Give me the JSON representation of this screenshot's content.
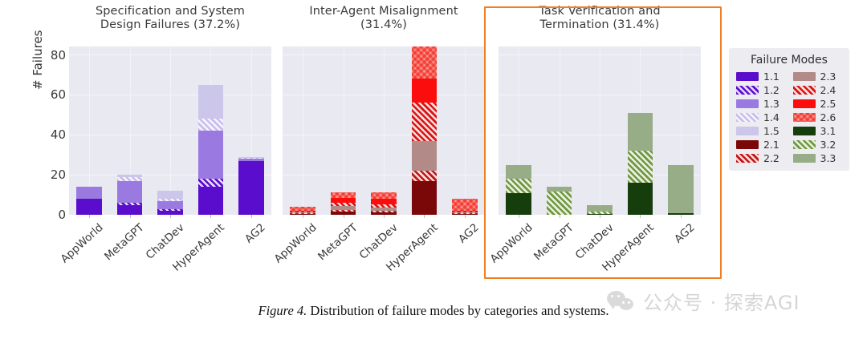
{
  "figure": {
    "caption_label": "Figure 4.",
    "caption_text": " Distribution of failure modes by categories and systems.",
    "watermark_text": "公众号 · 探索AGI",
    "watermark_icon": "wechat-icon",
    "highlight_color": "#ef7f22"
  },
  "axis": {
    "ylabel": "# Failures",
    "yticks": [
      "0",
      "20",
      "40",
      "60",
      "80"
    ],
    "ylim": [
      0,
      84
    ],
    "systems": [
      "AppWorld",
      "MetaGPT",
      "ChatDev",
      "HyperAgent",
      "AG2"
    ]
  },
  "legend": {
    "title": "Failure Modes",
    "col1": [
      {
        "label": "1.1",
        "color": "#5b0dcd",
        "hatch": "none"
      },
      {
        "label": "1.2",
        "color": "#5b0dcd",
        "hatch": "diag"
      },
      {
        "label": "1.3",
        "color": "#9a7ae0",
        "hatch": "none"
      },
      {
        "label": "1.4",
        "color": "#c8bdee",
        "hatch": "diag"
      },
      {
        "label": "1.5",
        "color": "#ccc6ea",
        "hatch": "none"
      },
      {
        "label": "2.1",
        "color": "#7b0808",
        "hatch": "none"
      },
      {
        "label": "2.2",
        "color": "#c31414",
        "hatch": "diag"
      }
    ],
    "col2": [
      {
        "label": "2.3",
        "color": "#b28a87",
        "hatch": "none"
      },
      {
        "label": "2.4",
        "color": "#d81414",
        "hatch": "diag"
      },
      {
        "label": "2.5",
        "color": "#fc0d0d",
        "hatch": "none"
      },
      {
        "label": "2.6",
        "color": "#fb9d96",
        "hatch": "cross"
      },
      {
        "label": "3.1",
        "color": "#163d0c",
        "hatch": "none"
      },
      {
        "label": "3.2",
        "color": "#6f983f",
        "hatch": "diag"
      },
      {
        "label": "3.3",
        "color": "#96ad88",
        "hatch": "none"
      }
    ]
  },
  "chart_data": {
    "type": "bar",
    "stacked": true,
    "title": "Distribution of failure modes by categories and systems",
    "xlabel": "",
    "ylabel": "# Failures",
    "ylim": [
      0,
      84
    ],
    "grid": true,
    "legend_position": "right",
    "categories": [
      "AppWorld",
      "MetaGPT",
      "ChatDev",
      "HyperAgent",
      "AG2"
    ],
    "panels": [
      {
        "title": "Specification and System\nDesign Failures (37.2%)",
        "title_line1": "Specification and System",
        "title_line2": "Design Failures (37.2%)",
        "percent": "37.2%",
        "series": [
          {
            "name": "1.1",
            "color": "#5b0dcd",
            "hatch": "none",
            "values": [
              8,
              5,
              2,
              14,
              27
            ]
          },
          {
            "name": "1.2",
            "color": "#5b0dcd",
            "hatch": "diag",
            "values": [
              0,
              1,
              1,
              4,
              0
            ]
          },
          {
            "name": "1.3",
            "color": "#9a7ae0",
            "hatch": "none",
            "values": [
              6,
              11,
              4,
              24,
              1
            ]
          },
          {
            "name": "1.4",
            "color": "#c8bdee",
            "hatch": "diag",
            "values": [
              0,
              2,
              1,
              6,
              0.5
            ]
          },
          {
            "name": "1.5",
            "color": "#ccc6ea",
            "hatch": "none",
            "values": [
              0,
              1,
              4,
              17,
              0.5
            ]
          }
        ],
        "totals": [
          14,
          20,
          12,
          65,
          29
        ]
      },
      {
        "title": "Inter-Agent Misalignment\n(31.4%)",
        "title_line1": "Inter-Agent Misalignment",
        "title_line2": "(31.4%)",
        "percent": "31.4%",
        "series": [
          {
            "name": "2.1",
            "color": "#7b0808",
            "hatch": "none",
            "values": [
              0.4,
              1.6,
              1.2,
              17,
              0.4
            ]
          },
          {
            "name": "2.2",
            "color": "#c31414",
            "hatch": "diag",
            "values": [
              0.4,
              0.8,
              0.8,
              5,
              0.4
            ]
          },
          {
            "name": "2.3",
            "color": "#b28a87",
            "hatch": "none",
            "values": [
              0.4,
              2.0,
              1.6,
              15,
              0.4
            ]
          },
          {
            "name": "2.4",
            "color": "#d81414",
            "hatch": "diag",
            "values": [
              0.4,
              1.6,
              1.6,
              19,
              0.4
            ]
          },
          {
            "name": "2.5",
            "color": "#fc0d0d",
            "hatch": "none",
            "values": [
              0.4,
              2.4,
              2.8,
              12,
              0.4
            ]
          },
          {
            "name": "2.6",
            "color": "#fb9d96",
            "hatch": "cross",
            "values": [
              2.0,
              2.8,
              3.2,
              22,
              6.0
            ]
          }
        ],
        "totals": [
          4,
          11,
          11,
          90,
          8
        ]
      },
      {
        "title": "Task Verification and\nTermination (31.4%)",
        "title_line1": "Task Verification and",
        "title_line2": "Termination (31.4%)",
        "percent": "31.4%",
        "series": [
          {
            "name": "3.1",
            "color": "#163d0c",
            "hatch": "none",
            "values": [
              11,
              0,
              0.4,
              16,
              0.8
            ]
          },
          {
            "name": "3.2",
            "color": "#6f983f",
            "hatch": "diag",
            "values": [
              7,
              11.6,
              1.2,
              16,
              0
            ]
          },
          {
            "name": "3.3",
            "color": "#96ad88",
            "hatch": "none",
            "values": [
              7,
              2.4,
              3.4,
              19,
              24.2
            ]
          }
        ],
        "totals": [
          25,
          14,
          5,
          51,
          25
        ]
      }
    ]
  }
}
